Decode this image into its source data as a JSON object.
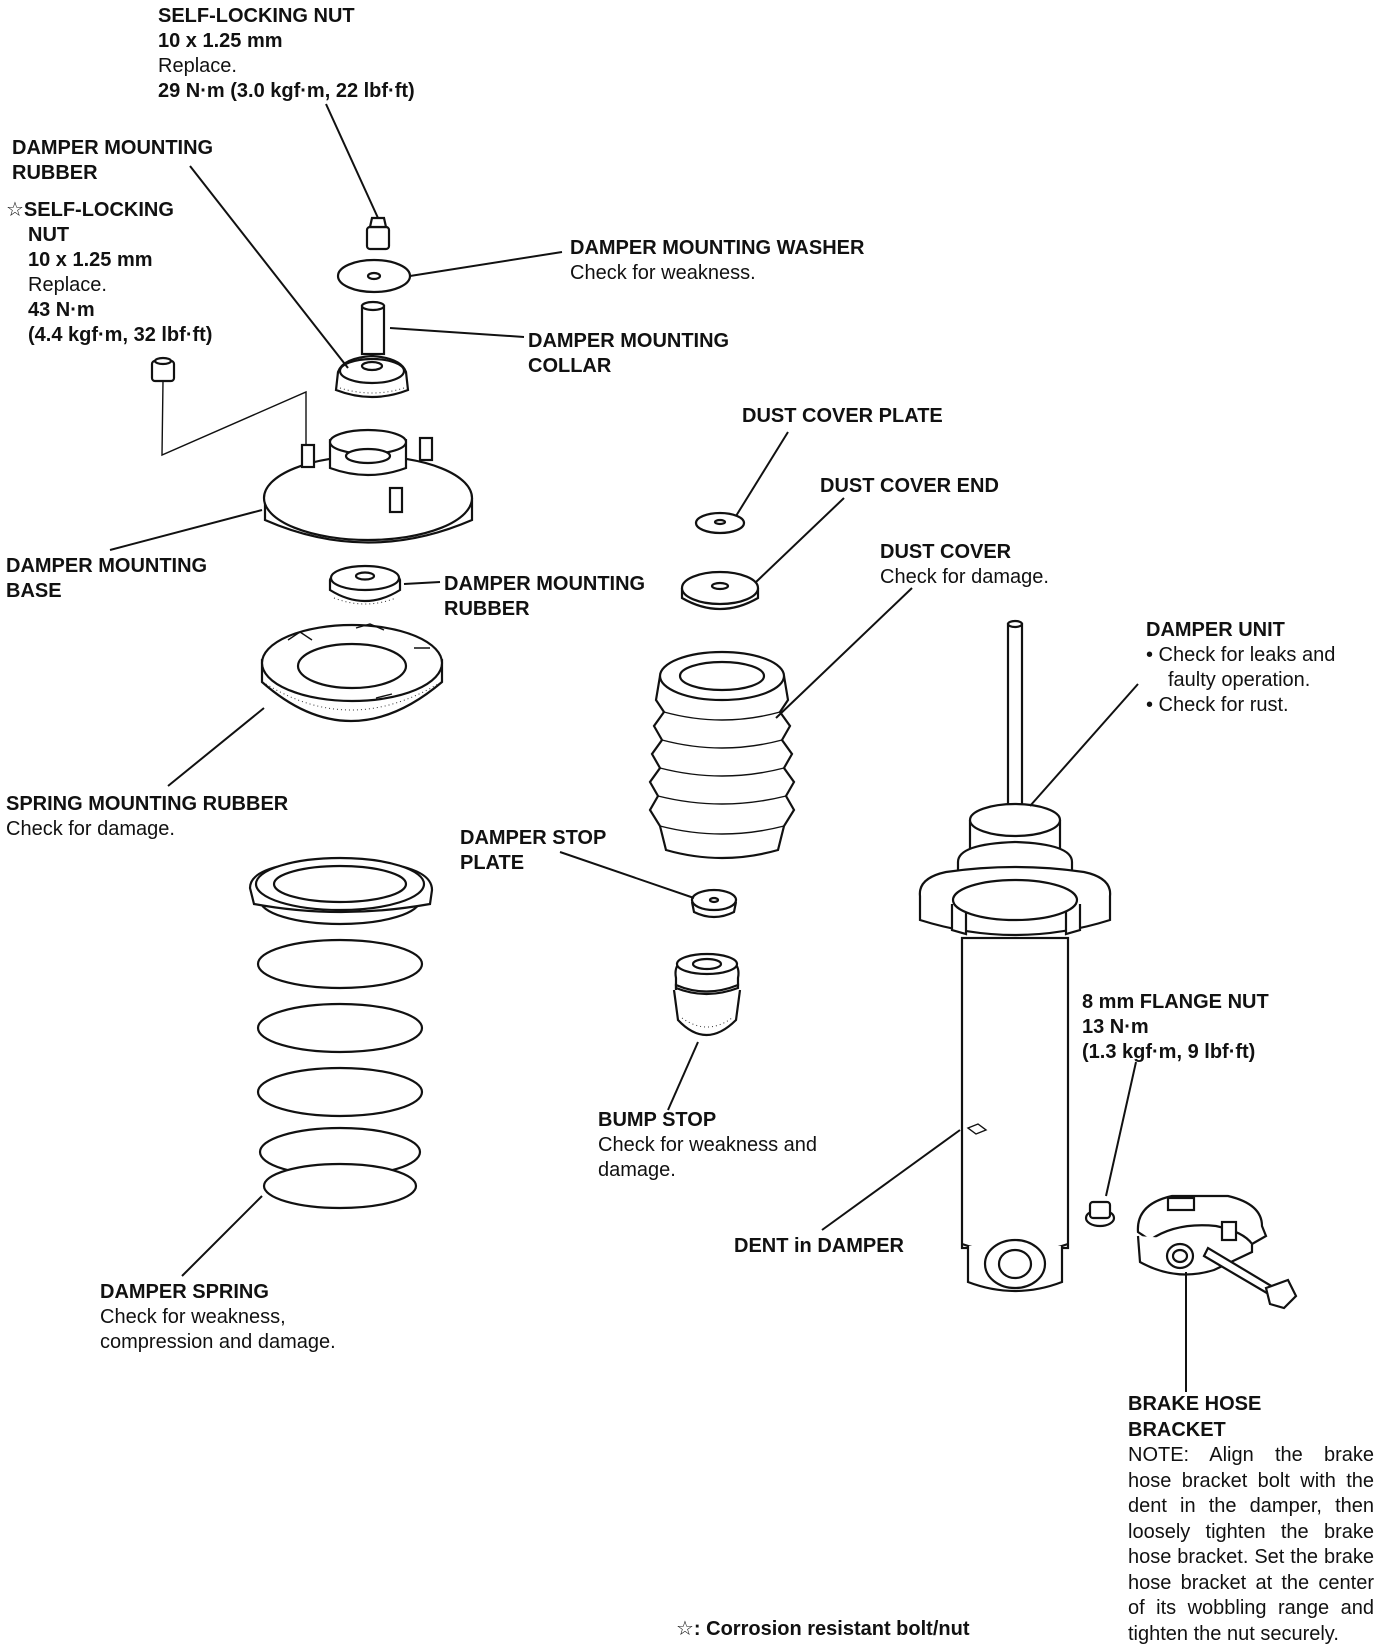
{
  "labels": {
    "upper_nut": {
      "title": "SELF-LOCKING NUT",
      "spec": "10 x 1.25 mm",
      "note": "Replace.",
      "torque": "29 N·m (3.0 kgf·m, 22 lbf·ft)"
    },
    "upper_rubber": {
      "title_line1": "DAMPER MOUNTING",
      "title_line2": "RUBBER"
    },
    "base_nut": {
      "title_line1": "☆SELF-LOCKING",
      "title_line2": "NUT",
      "spec": "10 x 1.25 mm",
      "note": "Replace.",
      "torque_line1": "43 N·m",
      "torque_line2": "(4.4 kgf·m, 32 lbf·ft)"
    },
    "washer": {
      "title": "DAMPER MOUNTING WASHER",
      "desc": "Check for weakness."
    },
    "collar": {
      "title_line1": "DAMPER MOUNTING",
      "title_line2": "COLLAR"
    },
    "base": {
      "title_line1": "DAMPER MOUNTING",
      "title_line2": "BASE"
    },
    "lower_rubber": {
      "title_line1": "DAMPER MOUNTING",
      "title_line2": "RUBBER"
    },
    "spring_rubber": {
      "title": "SPRING MOUNTING RUBBER",
      "desc": "Check for damage."
    },
    "spring": {
      "title": "DAMPER SPRING",
      "desc_line1": "Check for weakness,",
      "desc_line2": "compression and damage."
    },
    "dust_plate": {
      "title": "DUST COVER PLATE"
    },
    "dust_end": {
      "title": "DUST COVER END"
    },
    "dust_cover": {
      "title": "DUST COVER",
      "desc": "Check for damage."
    },
    "stop_plate": {
      "title_line1": "DAMPER STOP",
      "title_line2": "PLATE"
    },
    "bump_stop": {
      "title": "BUMP STOP",
      "desc_line1": "Check for weakness and",
      "desc_line2": "damage."
    },
    "damper_unit": {
      "title": "DAMPER UNIT",
      "bullet1_line1": "• Check for leaks and",
      "bullet1_line2": "faulty operation.",
      "bullet2": "• Check for rust."
    },
    "flange_nut": {
      "title": "8 mm FLANGE NUT",
      "torque_line1": "13 N·m",
      "torque_line2": "(1.3 kgf·m, 9 lbf·ft)"
    },
    "dent": {
      "title": "DENT in DAMPER"
    },
    "brake_bracket": {
      "title_line1": "BRAKE HOSE",
      "title_line2": "BRACKET",
      "note": "NOTE: Align the brake hose bracket bolt with the dent in the damper, then loosely tighten the brake hose bracket. Set the brake hose bracket at the center of its wobbling range and tighten the nut securely."
    }
  },
  "footnote": "☆: Corrosion resistant bolt/nut"
}
